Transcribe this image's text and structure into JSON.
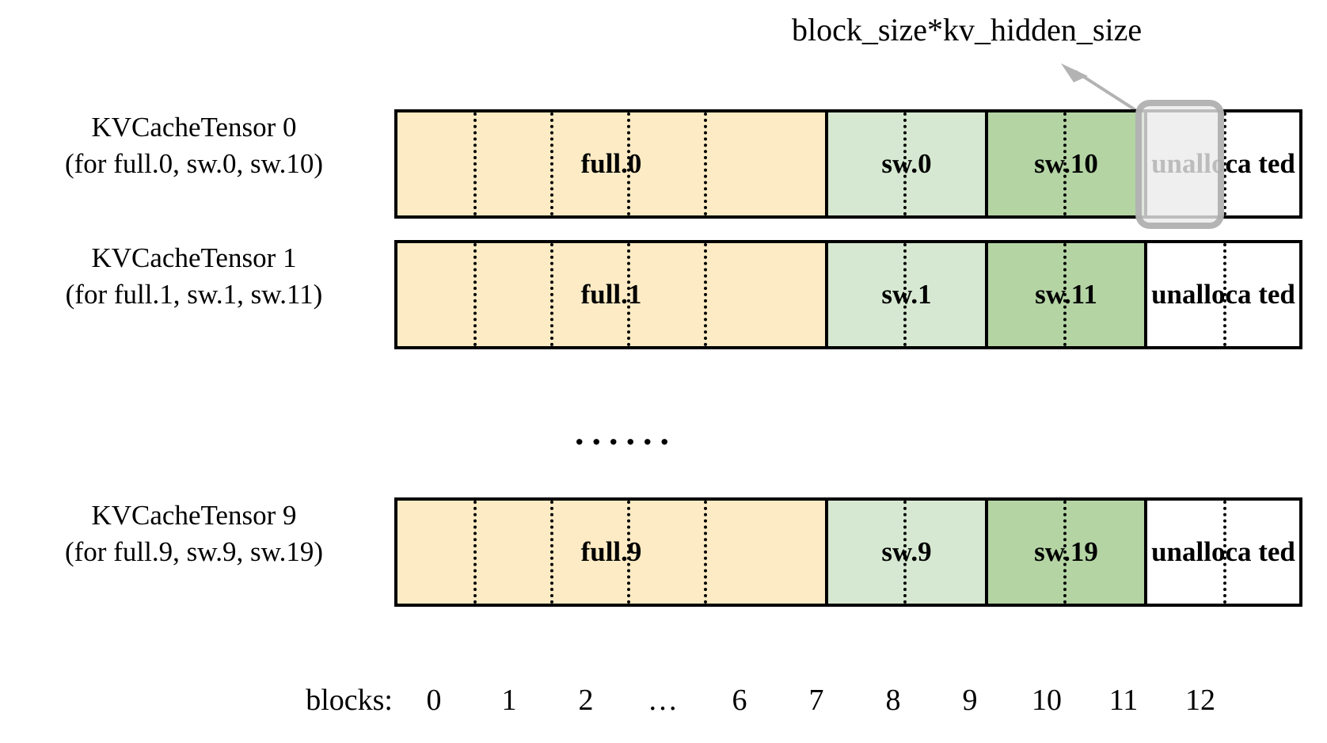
{
  "annotation": {
    "text": "block_size*kv_hidden_size",
    "arrow_icon": "arrow-up-left-icon",
    "color": "#b3b3b3"
  },
  "colors": {
    "full_fill": "#fcebc4",
    "sw_light_fill": "#d6e8d1",
    "sw_dark_fill": "#b4d4a4",
    "unallocated_fill": "#ffffff",
    "border": "#000000",
    "highlight_border": "#aaaaaa",
    "highlight_fill": "#ebebeb"
  },
  "rows": [
    {
      "label_line1": "KVCacheTensor 0",
      "label_line2": "(for full.0, sw.0, sw.10)",
      "segments": [
        {
          "label": "full.0",
          "kind": "full",
          "blocks": 7
        },
        {
          "label": "sw.0",
          "kind": "sw-light",
          "blocks": 2
        },
        {
          "label": "sw.10",
          "kind": "sw-dark",
          "blocks": 2
        },
        {
          "label": "unalloca ted",
          "kind": "unallocated",
          "blocks": 2
        }
      ]
    },
    {
      "label_line1": "KVCacheTensor 1",
      "label_line2": "(for full.1, sw.1, sw.11)",
      "segments": [
        {
          "label": "full.1",
          "kind": "full",
          "blocks": 7
        },
        {
          "label": "sw.1",
          "kind": "sw-light",
          "blocks": 2
        },
        {
          "label": "sw.11",
          "kind": "sw-dark",
          "blocks": 2
        },
        {
          "label": "unalloca ted",
          "kind": "unallocated",
          "blocks": 2
        }
      ]
    },
    {
      "label_line1": "KVCacheTensor 9",
      "label_line2": "(for full.9, sw.9, sw.19)",
      "segments": [
        {
          "label": "full.9",
          "kind": "full",
          "blocks": 7
        },
        {
          "label": "sw.9",
          "kind": "sw-light",
          "blocks": 2
        },
        {
          "label": "sw.19",
          "kind": "sw-dark",
          "blocks": 2
        },
        {
          "label": "unalloca ted",
          "kind": "unallocated",
          "blocks": 2
        }
      ]
    }
  ],
  "ellipsis": "......",
  "axis": {
    "title": "blocks:",
    "ticks": [
      "0",
      "1",
      "2",
      "…",
      "6",
      "7",
      "8",
      "9",
      "10",
      "11",
      "12"
    ]
  }
}
